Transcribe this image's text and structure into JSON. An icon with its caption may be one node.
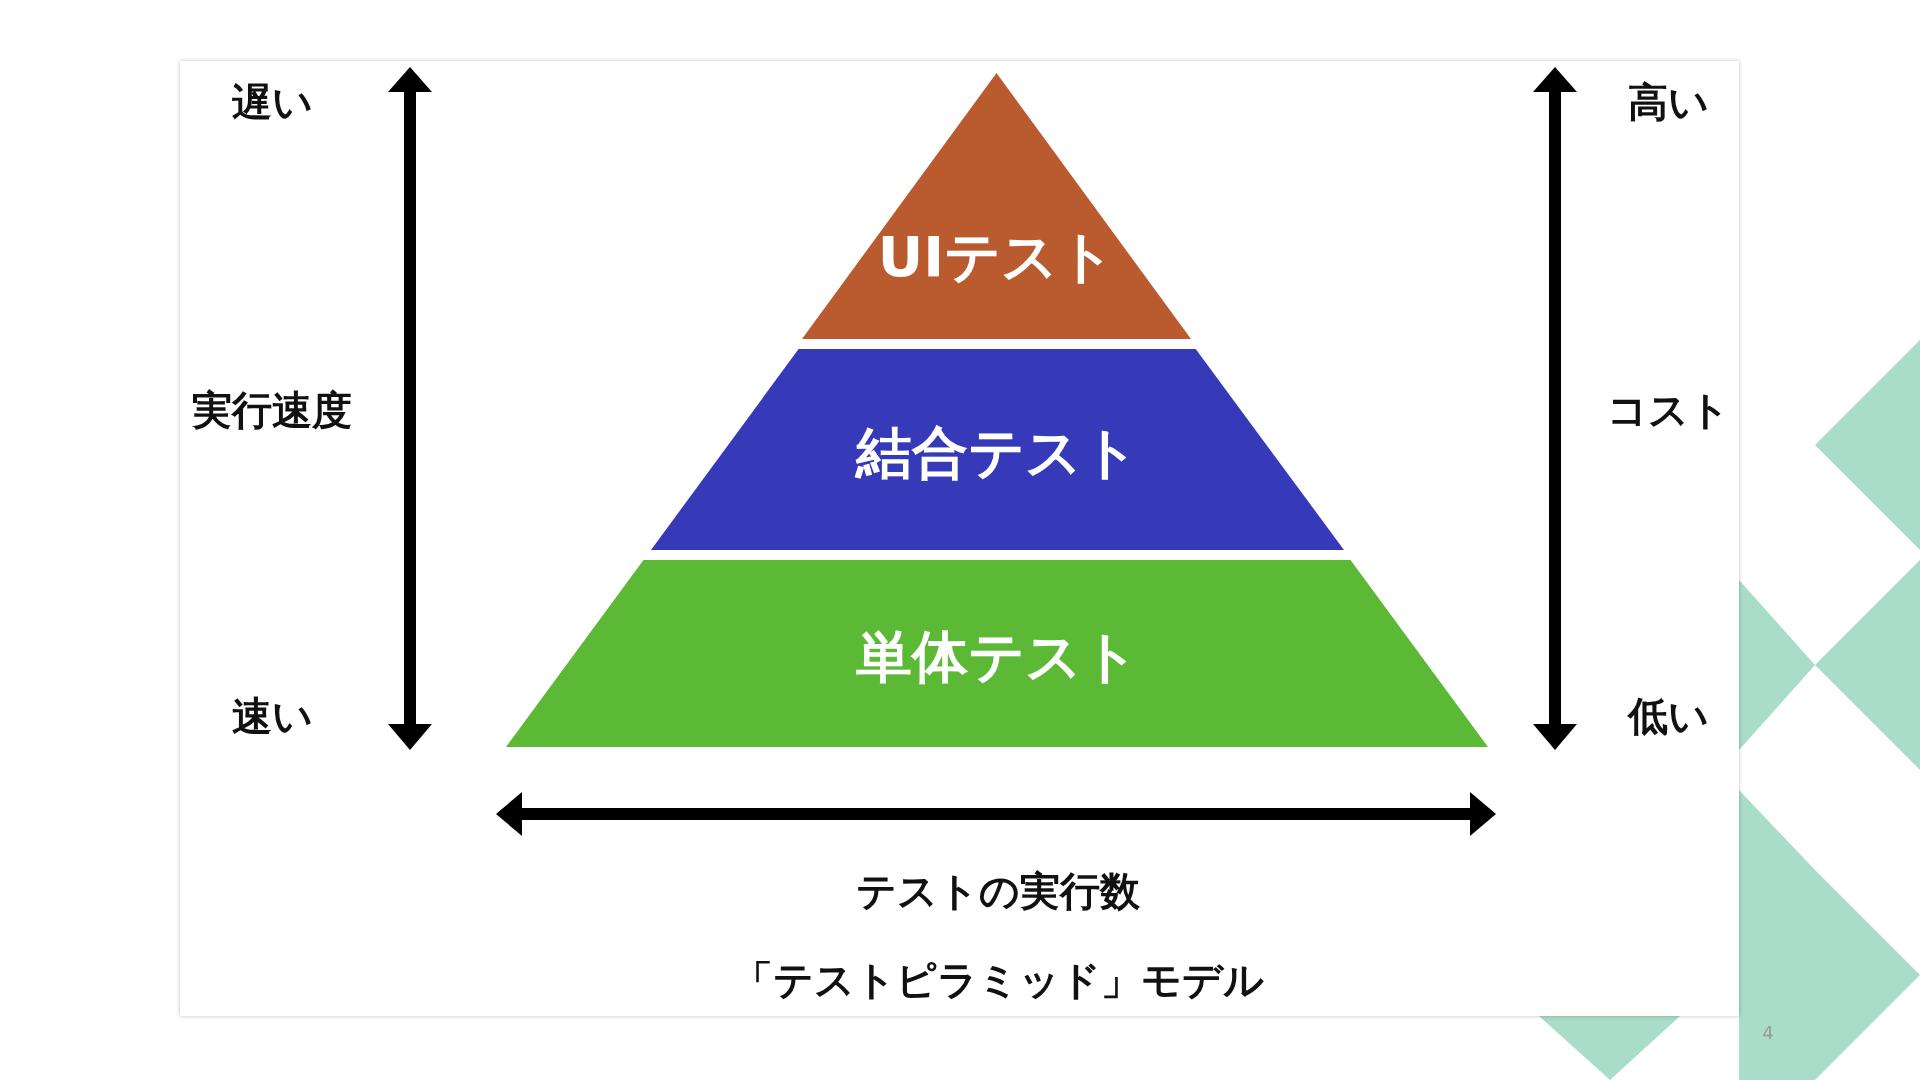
{
  "diagram": {
    "caption": "「テストピラミッド」モデル",
    "nodes": [
      {
        "text": [
          "UIテスト"
        ]
      },
      {
        "text": [
          "結合テスト"
        ]
      },
      {
        "text": [
          "単体テスト"
        ]
      }
    ],
    "labels": [
      "遅い",
      "実行速度",
      "速い",
      "高い",
      "コスト",
      "低い",
      "テストの実行数",
      "4"
    ]
  }
}
